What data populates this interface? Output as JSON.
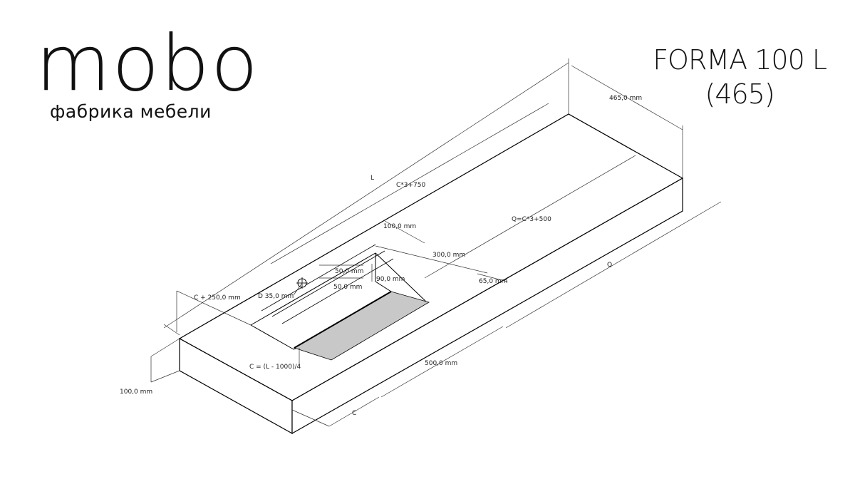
{
  "brand": {
    "logo": "mobo",
    "subtitle": "фабрика мебели"
  },
  "model": {
    "name": "FORMA 100 L",
    "code": "(465)"
  },
  "dimensions": {
    "depth": "465,0 mm",
    "length": "L",
    "c3_750": "C*3+750",
    "q_formula": "Q=C*3+500",
    "q": "Q",
    "d100": "100,0 mm",
    "d300": "300,0 mm",
    "d50a": "50,0 mm",
    "d50b": "50,0 mm",
    "d90": "90,0 mm",
    "d65": "65,0 mm",
    "drain": "D 35,0 mm",
    "c250": "C + 250,0 mm",
    "c_formula": "C = (L - 1000)/4",
    "d500": "500,0 mm",
    "c": "C",
    "thickness": "100,0 mm"
  },
  "colors": {
    "line": "#333333",
    "basin": "#c8c8c8",
    "edge": "#000000"
  }
}
